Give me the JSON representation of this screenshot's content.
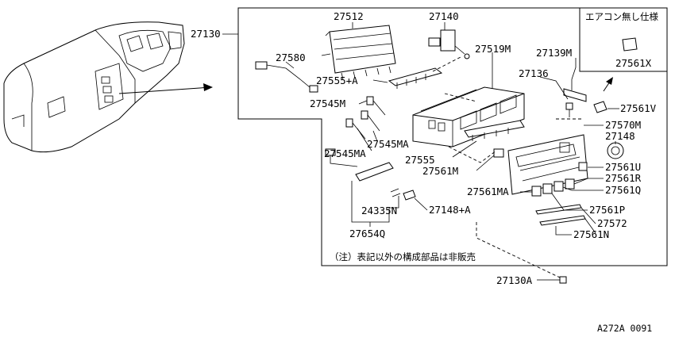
{
  "labels": {
    "p27130": "27130",
    "p27512": "27512",
    "p27140": "27140",
    "p27580": "27580",
    "p27519M": "27519M",
    "p27139M": "27139M",
    "p27555A": "27555+A",
    "p27136": "27136",
    "p27545M": "27545M",
    "p27561V": "27561V",
    "p27570M": "27570M",
    "p27545MA_1": "27545MA",
    "p27545MA_2": "27545MA",
    "p27148": "27148",
    "p27555": "27555",
    "p27561M": "27561M",
    "p27561U": "27561U",
    "p27561R": "27561R",
    "p27561Q": "27561Q",
    "p27561MA": "27561MA",
    "p24335N": "24335N",
    "p27148A": "27148+A",
    "p27561P": "27561P",
    "p27572": "27572",
    "p27561N": "27561N",
    "p27654Q": "27654Q",
    "p27130A": "27130A",
    "p27561X": "27561X"
  },
  "inset_title": "エアコン無し仕様",
  "footnote": "（注）表記以外の構成部品は非販売",
  "drawing_code": "A272A 0091"
}
